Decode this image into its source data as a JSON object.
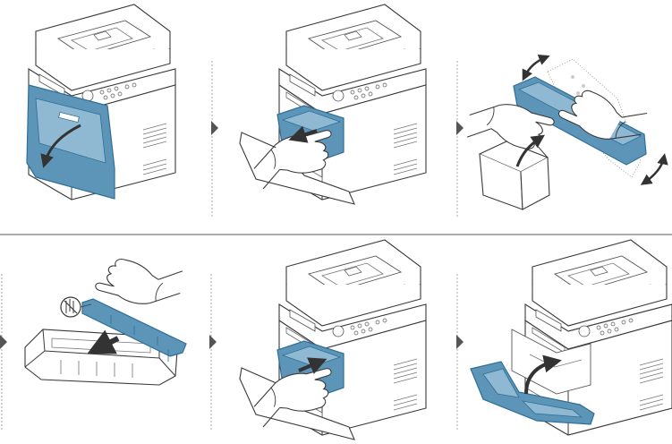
{
  "figure": {
    "rows": 2,
    "steps_per_row": 3,
    "colors": {
      "outline": "#3a3a3a",
      "light_line": "#9a9a9a",
      "highlight": "#2f6f96",
      "highlight_fill": "#5d95b8",
      "highlight_light": "#8fb8d2",
      "divider": "#555555",
      "separator": "#aaaaaa",
      "paper": "#ffffff"
    },
    "icons": {
      "step_arrow": "triangle-right-icon",
      "curved_arrow": "curved-arrow-icon",
      "straight_arrow": "push-arrow-icon",
      "rotate_arrow": "rotate-arrow-icon",
      "no_touch": "do-not-touch-icon"
    },
    "steps": [
      {
        "id": "step-1",
        "depicts": "open-front-door"
      },
      {
        "id": "step-2",
        "depicts": "pull-out-toner-cartridge"
      },
      {
        "id": "step-3",
        "depicts": "shake-new-cartridge-from-box"
      },
      {
        "id": "step-4",
        "depicts": "remove-protective-cover"
      },
      {
        "id": "step-5",
        "depicts": "insert-toner-cartridge"
      },
      {
        "id": "step-6",
        "depicts": "close-front-door"
      }
    ]
  }
}
